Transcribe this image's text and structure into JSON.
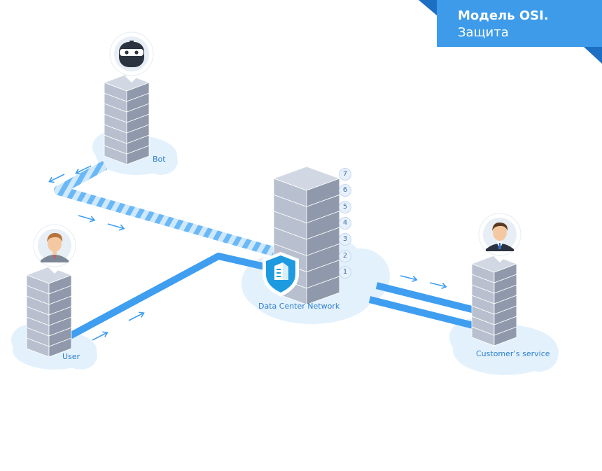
{
  "banner": {
    "title": "Модель OSI.",
    "subtitle": "Защита"
  },
  "nodes": {
    "bot": {
      "label": "Bot",
      "avatar_icon": "ninja-bot-icon"
    },
    "user": {
      "label": "User",
      "avatar_icon": "man-avatar-icon"
    },
    "data_center": {
      "label": "Data Center Network",
      "badge_icon": "shield-building-icon"
    },
    "customer": {
      "label": "Customer’s service",
      "avatar_icon": "businessman-avatar-icon"
    }
  },
  "osi_layers": [
    "7",
    "6",
    "5",
    "4",
    "3",
    "2",
    "1"
  ],
  "colors": {
    "banner": "#3d9be9",
    "banner_dark": "#1d6fc4",
    "link": "#3f9ef0",
    "link_light": "#a9d6fa",
    "cloud": "#e3f1fd",
    "label": "#2f7fcc",
    "server_top": "#d2d8e3",
    "server_left": "#b8c0cf",
    "server_right": "#8f99ab"
  }
}
